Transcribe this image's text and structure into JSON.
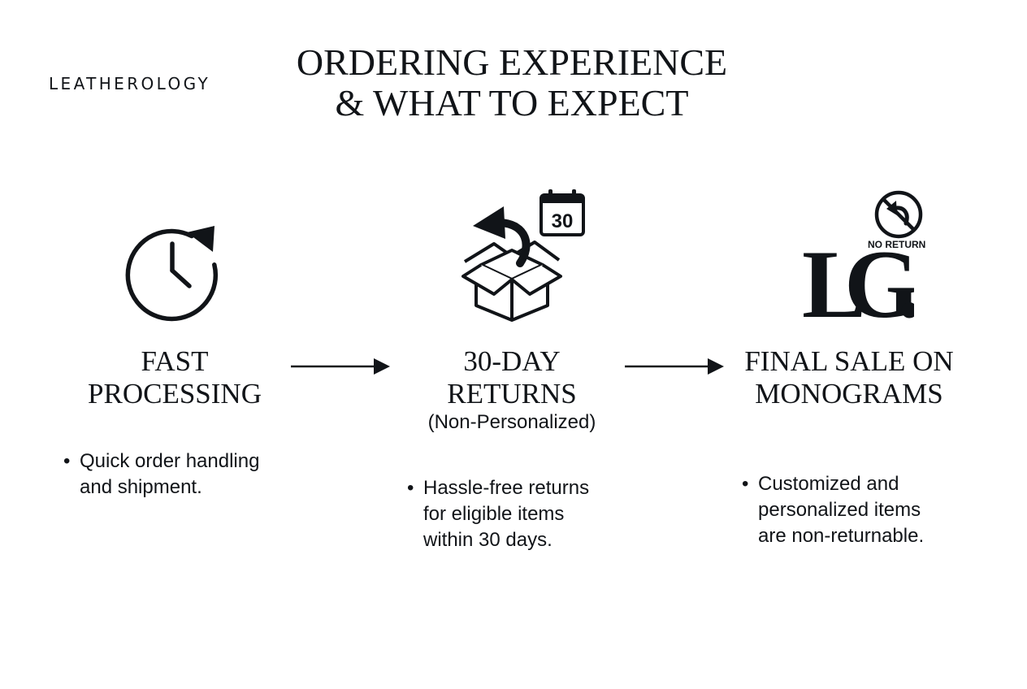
{
  "brand": {
    "name": "LEATHEROLOGY"
  },
  "header": {
    "title_line1": "ORDERING EXPERIENCE",
    "title_line2": "& WHAT TO EXPECT"
  },
  "steps": [
    {
      "title_line1": "FAST",
      "title_line2": "PROCESSING",
      "icon": "clock-refresh-icon",
      "bullet_lines": [
        "Quick order handling",
        "and shipment."
      ]
    },
    {
      "title_line1": "30-DAY",
      "title_line2": "RETURNS",
      "subtitle": "(Non-Personalized)",
      "icon": "return-box-icon",
      "calendar_number": "30",
      "bullet_lines": [
        "Hassle-free returns",
        "for eligible items",
        "within 30 days."
      ]
    },
    {
      "title_line1": "FINAL SALE ON",
      "title_line2": "MONOGRAMS",
      "icon": "monogram-icon",
      "monogram_text": "LG.",
      "badge_text": "NO RETURN",
      "bullet_lines": [
        "Customized and",
        "personalized items",
        "are non-returnable."
      ]
    }
  ],
  "colors": {
    "ink": "#111418",
    "background": "#ffffff"
  }
}
